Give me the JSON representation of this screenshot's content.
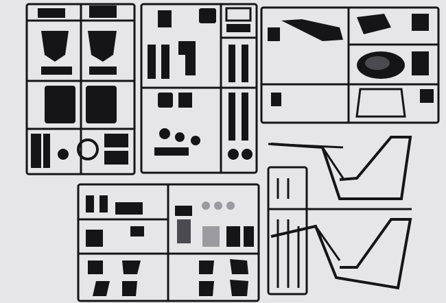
{
  "colors": {
    "background": "#e6e6e8",
    "plastic": "#151517",
    "plastic_highlight": "#4a4a50",
    "chrome": "#9a9aa0"
  },
  "sprues": [
    {
      "id": "sprue-a",
      "parts": 14
    },
    {
      "id": "sprue-b",
      "parts": 22
    },
    {
      "id": "sprue-c",
      "parts": 10
    },
    {
      "id": "sprue-d",
      "parts": 24
    },
    {
      "id": "sprue-frame",
      "parts": 2
    }
  ]
}
